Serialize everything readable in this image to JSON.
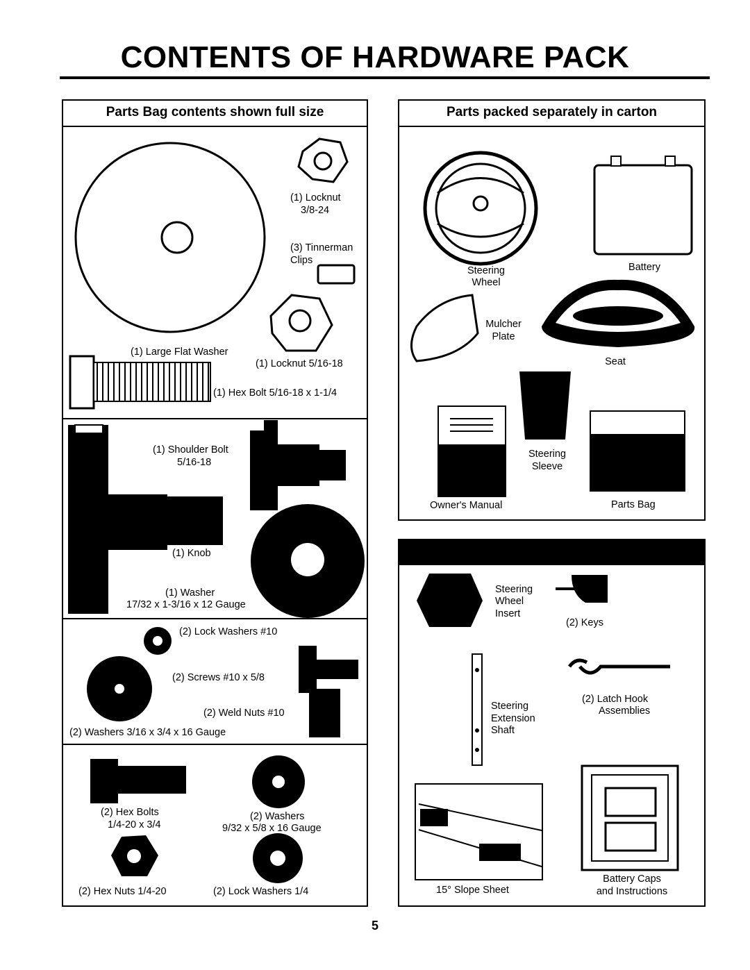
{
  "page": {
    "title": "CONTENTS OF HARDWARE PACK",
    "page_number": "5"
  },
  "left_panel": {
    "header": "Parts Bag contents shown full size",
    "labels": {
      "locknut_38": "(1) Locknut",
      "locknut_38_size": "3/8-24",
      "tinnerman": "(3) Tinnerman",
      "tinnerman_2": "Clips",
      "large_flat_washer": "(1) Large Flat Washer",
      "locknut_516": "(1) Locknut  5/16-18",
      "hex_bolt": "(1) Hex Bolt  5/16-18 x 1-1/4",
      "shoulder_bolt": "(1) Shoulder Bolt",
      "shoulder_bolt_size": "5/16-18",
      "knob": "(1) Knob",
      "washer_1": "(1) Washer",
      "washer_1_size": "17/32  x 1-3/16 x 12 Gauge",
      "lock_washers_10": "(2) Lock Washers #10",
      "screws": "(2) Screws  #10 x 5/8",
      "weld_nuts": "(2) Weld Nuts #10",
      "washers_316": "(2) Washers 3/16 x 3/4  x 16 Gauge",
      "hex_bolts": "(2) Hex Bolts",
      "hex_bolts_size": "1/4-20 x 3/4",
      "washers_932": "(2) Washers",
      "washers_932_size": "9/32  x 5/8 x 16 Gauge",
      "hex_nuts": "(2) Hex Nuts  1/4-20",
      "lock_washers_14": "(2) Lock Washers  1/4"
    }
  },
  "right_panel": {
    "header": "Parts packed separately in carton",
    "labels": {
      "steering_wheel": "Steering",
      "steering_wheel_2": "Wheel",
      "battery": "Battery",
      "mulcher_plate": "Mulcher",
      "mulcher_plate_2": "Plate",
      "seat": "Seat",
      "steering_sleeve": "Steering",
      "steering_sleeve_2": "Sleeve",
      "owners_manual": "Owner's Manual",
      "parts_bag": "Parts Bag"
    }
  },
  "lower_right_panel": {
    "header": "",
    "labels": {
      "insert": "Steering",
      "insert_2": "Wheel",
      "insert_3": "Insert",
      "keys": "(2) Keys",
      "extension": "Steering",
      "extension_2": "Extension",
      "extension_3": "Shaft",
      "latch_hook": "(2) Latch Hook",
      "latch_hook_2": "Assemblies",
      "slope_sheet": "15° Slope Sheet",
      "battery_caps": "Battery Caps",
      "battery_caps_2": "and Instructions"
    }
  }
}
